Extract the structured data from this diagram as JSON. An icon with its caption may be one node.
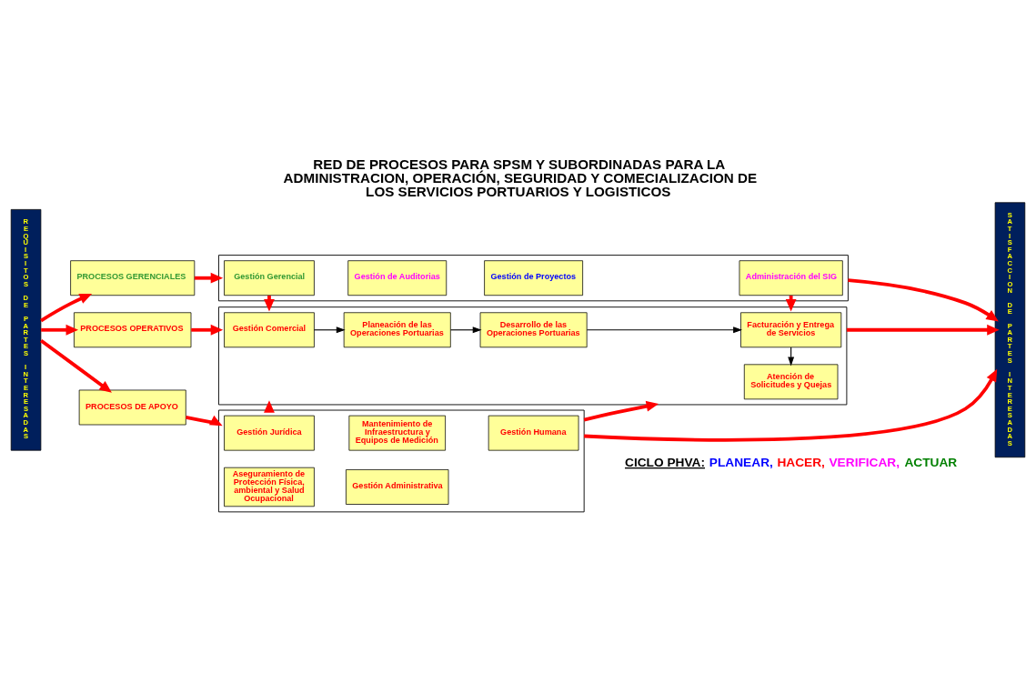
{
  "diagram": {
    "title": "RED DE PROCESOS PARA SPSM Y SUBORDINADAS PARA LA ADMINISTRACION, OPERACIÓN, SEGURIDAD Y COMECIALIZACION DE LOS SERVICIOS PORTUARIOS Y LOGISTICOS",
    "nodes": [
      {
        "text": [
          "REQUISITOS DE PARTES INTERESADAS"
        ]
      },
      {
        "text": [
          "PROCESOS GERENCIALES"
        ]
      },
      {
        "text": [
          "PROCESOS OPERATIVOS"
        ]
      },
      {
        "text": [
          "PROCESOS DE APOYO"
        ]
      },
      {
        "text": [],
        "shape": "box"
      },
      {
        "text": [
          "Gestión Gerencial"
        ],
        "in": 4
      },
      {
        "text": [
          "Gestión de Auditorias"
        ],
        "in": 4
      },
      {
        "text": [
          "Gestión de Proyectos"
        ],
        "in": 4
      },
      {
        "text": [
          "Administración del SIG"
        ],
        "in": 4
      },
      {
        "text": [],
        "shape": "box"
      },
      {
        "text": [
          "Gestión Comercial"
        ],
        "in": 9
      },
      {
        "text": [
          "Planeación de las Operaciones Portuarias"
        ],
        "in": 9
      },
      {
        "text": [
          "Desarrollo de las Operaciones Portuarias"
        ],
        "in": 9
      },
      {
        "text": [
          "Facturación y Entrega de Servicios"
        ],
        "in": 9
      },
      {
        "text": [
          "Atención de Solicitudes y Quejas"
        ],
        "in": 9
      },
      {
        "text": [],
        "shape": "box"
      },
      {
        "text": [
          "Gestión Jurídica"
        ],
        "in": 15
      },
      {
        "text": [
          "Mantenimiento de Infraestructura y Equipos de Medición"
        ],
        "in": 15
      },
      {
        "text": [
          "Gestión Humana"
        ],
        "in": 15
      },
      {
        "text": [
          "Aseguramiento de Protección Física, ambiental y Salud Ocupacional"
        ],
        "in": 15
      },
      {
        "text": [
          "Gestión Administrativa"
        ],
        "in": 15
      },
      {
        "text": [
          "SATISFACCION DE PARTES INTERESADAS"
        ]
      }
    ],
    "edges": [
      {
        "from": 0,
        "to": 1,
        "arrow": "to"
      },
      {
        "from": 0,
        "to": 2,
        "arrow": "to"
      },
      {
        "from": 0,
        "to": 3,
        "arrow": "to"
      },
      {
        "from": 1,
        "to": 4,
        "arrow": "to"
      },
      {
        "from": 2,
        "to": 9,
        "arrow": "to"
      },
      {
        "from": 3,
        "to": 15,
        "arrow": "to"
      },
      {
        "from": 5,
        "to": 9,
        "arrow": "to"
      },
      {
        "from": 8,
        "to": 9,
        "arrow": "to"
      },
      {
        "from": 10,
        "to": 11,
        "arrow": "to",
        "color": "#000000"
      },
      {
        "from": 11,
        "to": 12,
        "arrow": "to",
        "color": "#000000"
      },
      {
        "from": 12,
        "to": 13,
        "arrow": "to",
        "color": "#000000"
      },
      {
        "from": 13,
        "to": 14,
        "arrow": "to",
        "color": "#000000"
      },
      {
        "from": 15,
        "to": 9,
        "arrow": "to"
      },
      {
        "from": 15,
        "to": 9,
        "arrow": "to"
      },
      {
        "from": 4,
        "to": 21,
        "arrow": "to"
      },
      {
        "from": 9,
        "to": 21,
        "arrow": "to"
      },
      {
        "from": 15,
        "to": 21,
        "arrow": "to"
      }
    ],
    "labels": [
      "CICLO PHVA:"
    ],
    "legend": [
      {
        "text": "PLANEAR,",
        "color": "#0000ff"
      },
      {
        "text": "HACER,",
        "color": "#ff0000"
      },
      {
        "text": "VERIFICAR,",
        "color": "#ff00ff"
      },
      {
        "text": "ACTUAR",
        "color": "#008000"
      }
    ]
  }
}
